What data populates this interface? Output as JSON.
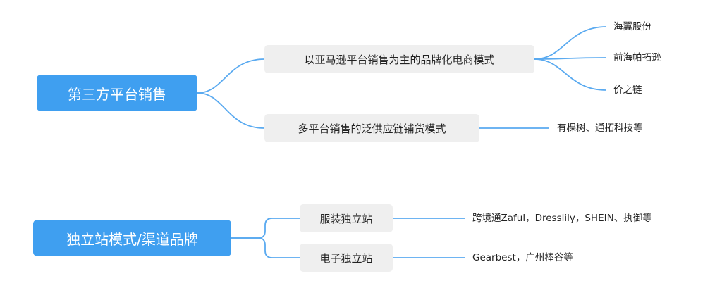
{
  "groups": [
    {
      "root": "第三方平台销售",
      "branches": [
        {
          "label": "以亚马逊平台销售为主的品牌化电商模式",
          "leaves": [
            "海翼股份",
            "前海帕拓逊",
            "价之链"
          ]
        },
        {
          "label": "多平台销售的泛供应链铺货模式",
          "leaves": [
            "有棵树、通拓科技等"
          ]
        }
      ]
    },
    {
      "root": "独立站模式/渠道品牌",
      "branches": [
        {
          "label": "服装独立站",
          "leaves": [
            "跨境通Zaful，Dresslily，SHEIN、执御等"
          ]
        },
        {
          "label": "电子独立站",
          "leaves": [
            "Gearbest，广州棒谷等"
          ]
        }
      ]
    }
  ],
  "colors": {
    "root_fill": "#3f9ff0",
    "branch_fill": "#efefef",
    "connector": "#5aaaf0"
  }
}
